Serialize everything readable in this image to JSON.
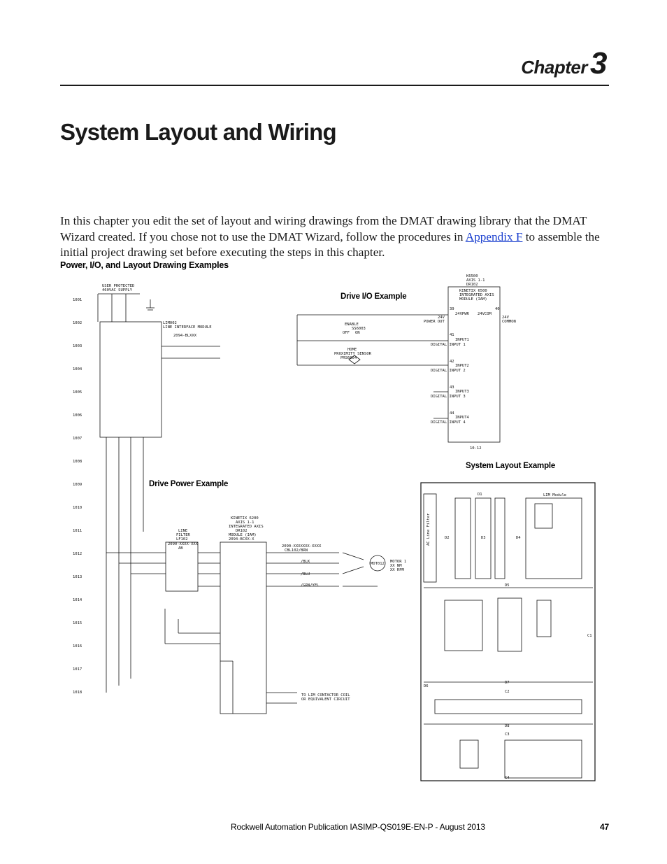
{
  "header": {
    "chapter_label": "Chapter",
    "chapter_number": "3"
  },
  "page_title": "System Layout and Wiring",
  "intro": {
    "before_link": "In this chapter you edit the set of layout and wiring drawings from the DMAT drawing library that the DMAT Wizard created. If you chose not to use the DMAT Wizard, follow the procedures in ",
    "link_text": "Appendix F",
    "after_link": " to assemble the initial project drawing set before executing the steps in this chapter."
  },
  "section_heading": "Power, I/O, and Layout Drawing Examples",
  "captions": {
    "drive_io": "Drive I/O Example",
    "drive_power": "Drive Power Example",
    "system_layout": "System Layout Example"
  },
  "drawing": {
    "row_numbers": [
      "1001",
      "1002",
      "1003",
      "1004",
      "1005",
      "1006",
      "1007",
      "1008",
      "1009",
      "1010",
      "1011",
      "1012",
      "1013",
      "1014",
      "1015",
      "1016",
      "1017",
      "1018"
    ],
    "supply_label": [
      "USER PROTECTED",
      "460VAC SUPPLY"
    ],
    "lim_label": [
      "LIM002",
      "LINE INTERFACE MODULE"
    ],
    "lim_part": "2094-BLXXX",
    "io_header": [
      "K6500",
      "AXIS 1-1",
      "DR102"
    ],
    "io_module": [
      "KINETIX 6500",
      "INTEGRATED AXIS",
      "MODULE (IAM)"
    ],
    "io_inputs": [
      "INPUT1",
      "INPUT2",
      "INPUT3",
      "INPUT4"
    ],
    "io_pins": [
      "41",
      "42",
      "43",
      "44"
    ],
    "io_digital": [
      "DIGITAL INPUT 1",
      "DIGITAL INPUT 2",
      "DIGITAL INPUT 3",
      "DIGITAL INPUT 4"
    ],
    "io_top": [
      "39",
      "40",
      "24VPWR",
      "24VCOM",
      "24V",
      "POWER OUT",
      "24V",
      "COMMON"
    ],
    "enable_label": [
      "ENABLE",
      "SS6003",
      "OFF",
      "ON"
    ],
    "home_label": [
      "HOME",
      "PROXIMITY SENSOR",
      "PRS6004"
    ],
    "io_ref": "10-12",
    "power_header": [
      "KINETIX 6200",
      "AXIS 1-1",
      "INTEGRATED AXIS",
      "DR102",
      "MODULE (IAM)",
      "2094-BCXX-X"
    ],
    "line_filter": [
      "LINE",
      "FILTER",
      "LF102",
      "2090-XXXX-XXX",
      "AB"
    ],
    "motor_label": [
      "MOTOR 1",
      "XX NM",
      "XX RPM"
    ],
    "motor_id": "MOT012",
    "cable_label": [
      "2090-XXXXXXX-XXXX",
      "CBL102/BRN"
    ],
    "wire_colors": [
      "/BLK",
      "/BLU",
      "/GRN/YEL"
    ],
    "contactor_note": [
      "TO LIM CONTACTOR COIL",
      "OR EQUIVALENT CIRCUIT"
    ],
    "layout_labels": [
      "LIM Module",
      "AC Line Filter",
      "D1",
      "D2",
      "D3",
      "D4",
      "D5",
      "D6",
      "D7",
      "C1",
      "C2",
      "C3",
      "D8",
      "C4"
    ]
  },
  "footer": {
    "publication": "Rockwell Automation Publication IASIMP-QS019E-EN-P - August 2013",
    "page_number": "47"
  }
}
